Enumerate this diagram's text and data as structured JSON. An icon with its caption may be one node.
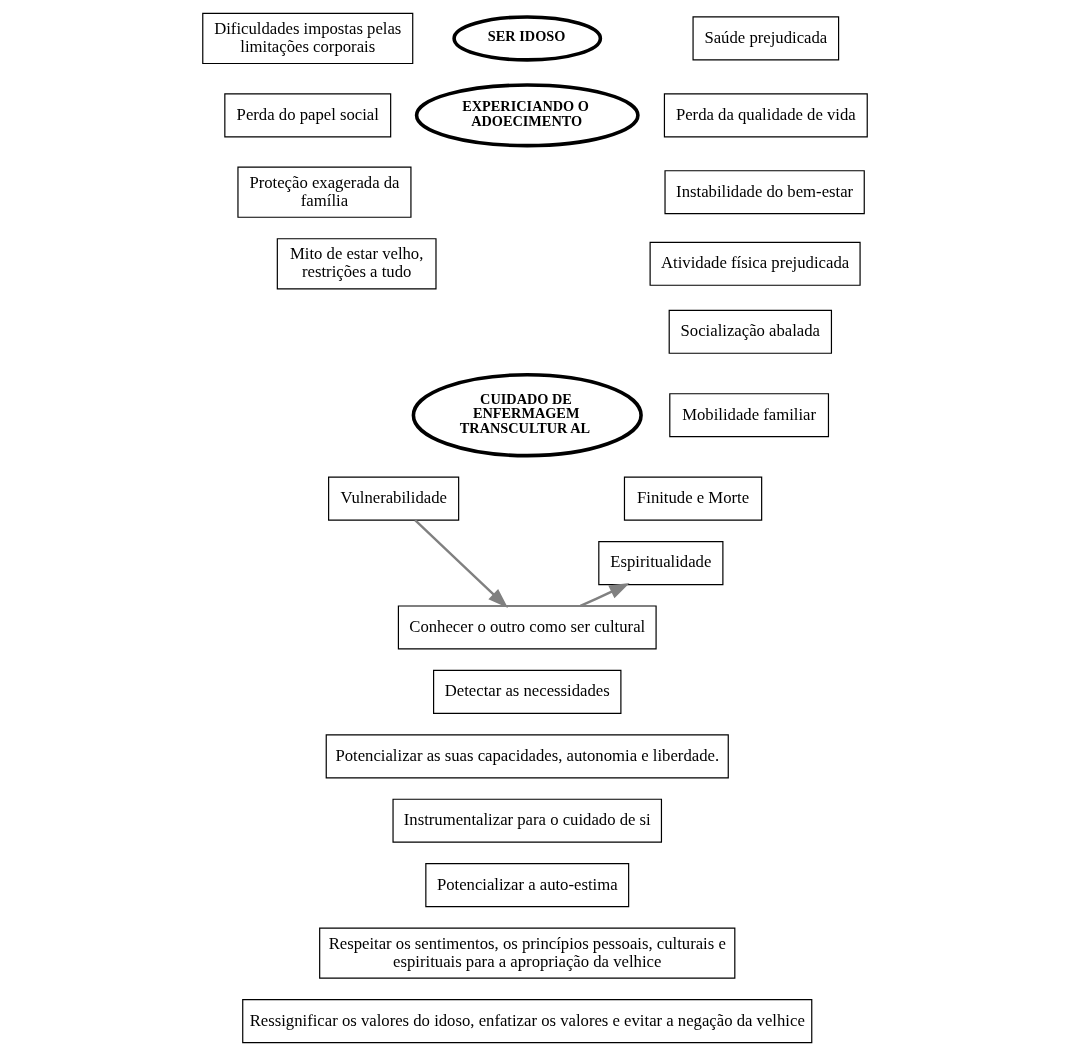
{
  "diagram": {
    "nodes": [
      {
        "text": [
          "Saúde prejudicada"
        ]
      },
      {
        "text": [
          "Dificuldades impostas pelas limitações corporais"
        ]
      },
      {
        "text": [
          "SER IDOSO"
        ]
      },
      {
        "text": [
          "Perda da qualidade de vida"
        ]
      },
      {
        "text": [
          "Perda do papel social"
        ]
      },
      {
        "text": [
          "Instabilidade do bem-estar"
        ]
      },
      {
        "text": [
          "Proteção exagerada da família"
        ]
      },
      {
        "text": [
          "EXPERICIANDO O ADOECIMENTO"
        ]
      },
      {
        "text": [
          "Atividade física prejudicada"
        ]
      },
      {
        "text": [
          "Socialização abalada"
        ]
      },
      {
        "text": [
          "Mito de estar velho, restrições a tudo"
        ]
      },
      {
        "text": [
          "Mobilidade familiar"
        ]
      },
      {
        "text": [
          "Vulnerabilidade"
        ]
      },
      {
        "text": [
          "CUIDADO DE ENFERMAGEM TRANSCULTUR AL"
        ]
      },
      {
        "text": [
          "Finitude e Morte"
        ]
      },
      {
        "text": [
          "Espiritualidade"
        ]
      },
      {
        "text": [
          "Conhecer o outro como ser cultural"
        ]
      },
      {
        "text": [
          "Detectar as necessidades"
        ]
      },
      {
        "text": [
          "Potencializar as suas capacidades, autonomia e liberdade."
        ]
      },
      {
        "text": [
          "Instrumentalizar para o cuidado de si"
        ]
      },
      {
        "text": [
          "Potencializar a auto-estima"
        ]
      },
      {
        "text": [
          "Respeitar os sentimentos, os princípios pessoais, culturais e espirituais para a apropriação da velhice"
        ]
      },
      {
        "text": [
          "Ressignificar os valores do idoso, enfatizar os valores e evitar a negação da velhice"
        ]
      }
    ],
    "edges": [
      {
        "from": 12,
        "to": 16,
        "arrow": "to"
      },
      {
        "from": 16,
        "to": 15,
        "arrow": "to"
      }
    ]
  }
}
